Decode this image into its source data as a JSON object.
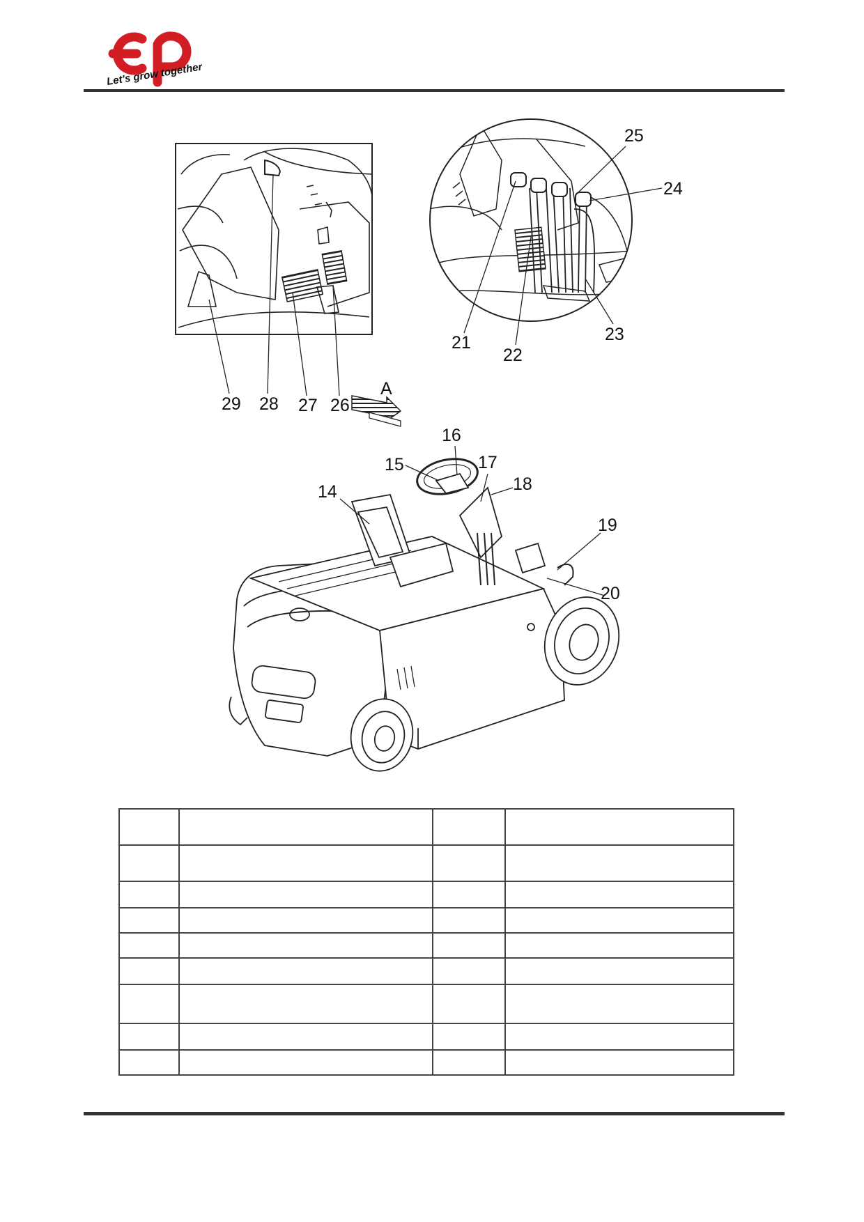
{
  "header": {
    "logo_text": "EP",
    "slogan": "Let's grow together"
  },
  "figure": {
    "detail_left_callouts": [
      "29",
      "28",
      "27",
      "26"
    ],
    "detail_right_callouts": [
      "21",
      "22",
      "23",
      "24",
      "25"
    ],
    "view_arrow_label": "A",
    "main_callouts": [
      "14",
      "15",
      "16",
      "17",
      "18",
      "19",
      "20"
    ]
  },
  "parts_table": {
    "rows": [
      [
        "",
        "",
        "",
        ""
      ],
      [
        "",
        "",
        "",
        ""
      ],
      [
        "",
        "",
        "",
        ""
      ],
      [
        "",
        "",
        "",
        ""
      ],
      [
        "",
        "",
        "",
        ""
      ],
      [
        "",
        "",
        "",
        ""
      ],
      [
        "",
        "",
        "",
        ""
      ],
      [
        "",
        "",
        "",
        ""
      ],
      [
        "",
        "",
        "",
        ""
      ]
    ]
  },
  "colors": {
    "brand_red": "#d21d24",
    "rule": "#333333",
    "line_art": "#222222"
  }
}
